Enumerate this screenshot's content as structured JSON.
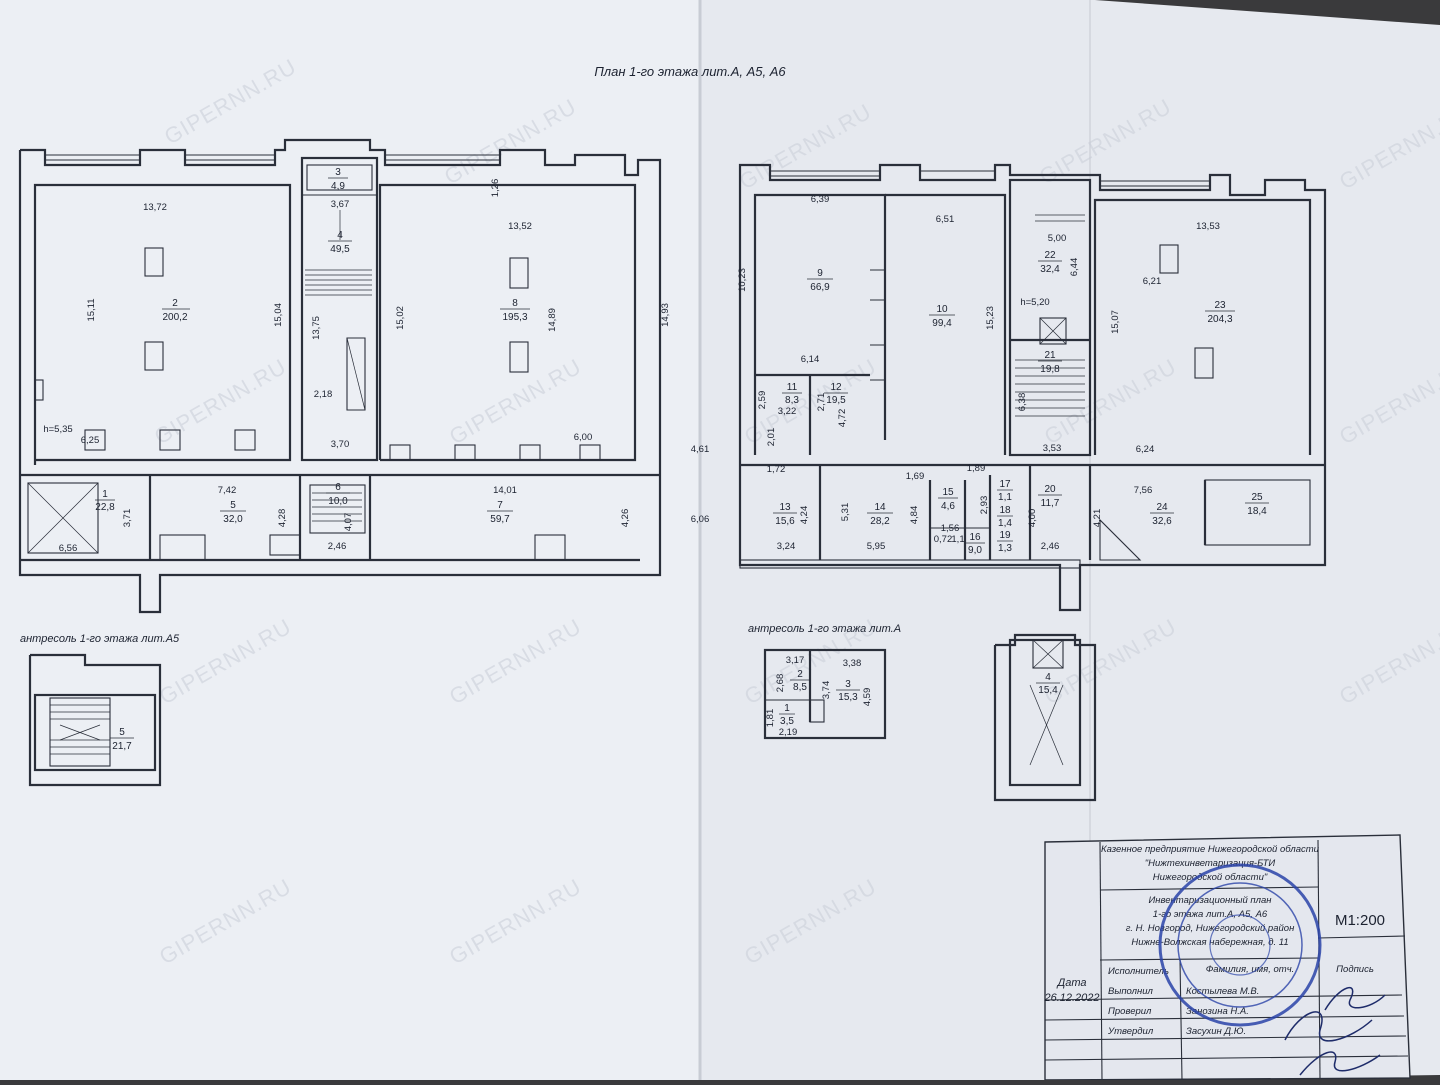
{
  "titles": {
    "main": "План 1-го этажа лит.А, А5, А6",
    "mezz_a5": "антресоль 1-го этажа лит.А5",
    "mezz_a": "антресоль 1-го этажа лит.А"
  },
  "watermark": "GIPERNN.RU",
  "colors": {
    "paper_left": "#eceff4",
    "paper_right": "#e6e9ef",
    "ink": "#2a2f3a",
    "stamp": "#2a43a8"
  },
  "rooms": [
    {
      "id": "r1",
      "num": "1",
      "area": "22,8"
    },
    {
      "id": "r2",
      "num": "2",
      "area": "200,2"
    },
    {
      "id": "r3",
      "num": "3",
      "area": "4,9"
    },
    {
      "id": "r4",
      "num": "4",
      "area": "49,5"
    },
    {
      "id": "r5",
      "num": "5",
      "area": "32,0"
    },
    {
      "id": "r6",
      "num": "6",
      "area": "10,0"
    },
    {
      "id": "r7",
      "num": "7",
      "area": "59,7"
    },
    {
      "id": "r8",
      "num": "8",
      "area": "195,3"
    },
    {
      "id": "r9",
      "num": "9",
      "area": "66,9"
    },
    {
      "id": "r10",
      "num": "10",
      "area": "99,4"
    },
    {
      "id": "r11",
      "num": "11",
      "area": "8,3"
    },
    {
      "id": "r12",
      "num": "12",
      "area": "19,5"
    },
    {
      "id": "r13",
      "num": "13",
      "area": "15,6"
    },
    {
      "id": "r14",
      "num": "14",
      "area": "28,2"
    },
    {
      "id": "r15",
      "num": "15",
      "area": "4,6"
    },
    {
      "id": "r16",
      "num": "16",
      "area": "9,0"
    },
    {
      "id": "r17",
      "num": "17",
      "area": "1,1"
    },
    {
      "id": "r18",
      "num": "18",
      "area": "1,4"
    },
    {
      "id": "r19",
      "num": "19",
      "area": "1,3"
    },
    {
      "id": "r20",
      "num": "20",
      "area": "11,7"
    },
    {
      "id": "r21",
      "num": "21",
      "area": "19,8"
    },
    {
      "id": "r22",
      "num": "22",
      "area": "32,4"
    },
    {
      "id": "r23",
      "num": "23",
      "area": "204,3"
    },
    {
      "id": "r24",
      "num": "24",
      "area": "32,6"
    },
    {
      "id": "r25",
      "num": "25",
      "area": "18,4"
    },
    {
      "id": "m5",
      "num": "5",
      "area": "21,7"
    },
    {
      "id": "m1",
      "num": "1",
      "area": "3,5"
    },
    {
      "id": "m2",
      "num": "2",
      "area": "8,5"
    },
    {
      "id": "m3",
      "num": "3",
      "area": "15,3"
    },
    {
      "id": "m4",
      "num": "4",
      "area": "15,4"
    }
  ],
  "dims": [
    "13,72",
    "15,11",
    "15,04",
    "6,25",
    "h=5,35",
    "7,42",
    "3,71",
    "6,56",
    "4,28",
    "3,67",
    "13,75",
    "2,18",
    "3,70",
    "4,07",
    "2,46",
    "15,02",
    "13,52",
    "14,89",
    "6,00",
    "14,01",
    "4,26",
    "14,93",
    "1,26",
    "4,61",
    "6,06",
    "6,39",
    "10,23",
    "6,14",
    "6,51",
    "15,23",
    "2,59",
    "3,22",
    "2,01",
    "2,71",
    "4,72",
    "1,72",
    "4,24",
    "3,24",
    "5,31",
    "5,95",
    "4,84",
    "1,69",
    "1,89",
    "2,93",
    "1,56",
    "1,1",
    "0,72",
    "5,00",
    "6,44",
    "h=5,20",
    "6,38",
    "3,53",
    "4,00",
    "2,46",
    "4,21",
    "13,53",
    "6,21",
    "15,07",
    "6,24",
    "7,56",
    "3,17",
    "2,68",
    "3,38",
    "3,74",
    "4,59",
    "1,81",
    "2,19"
  ],
  "stamp_block": {
    "org1": "Казенное предприятие Нижегородской области",
    "org2": "\"Нижтехинветаризация-БТИ",
    "org3": "Нижегородской области\"",
    "doc1": "Инвентаризационный план",
    "doc2": "1-го этажа  лит.А, А5, А6",
    "doc3": "г. Н. Новгород, Нижегородский район",
    "doc4": "Нижне-Волжская набережная,  д. 11",
    "scale": "М1:200",
    "col_name": "Фамилия, имя, отч.",
    "col_sign": "Подпись",
    "date_label": "Дата",
    "date": "26.12.2022",
    "roles": [
      {
        "role": "Исполнитель",
        "name": ""
      },
      {
        "role": "Выполнил",
        "name": "Костылева М.В."
      },
      {
        "role": "Проверил",
        "name": "Занозина Н.А."
      },
      {
        "role": "Утвердил",
        "name": "Засухин Д.Ю."
      }
    ]
  }
}
